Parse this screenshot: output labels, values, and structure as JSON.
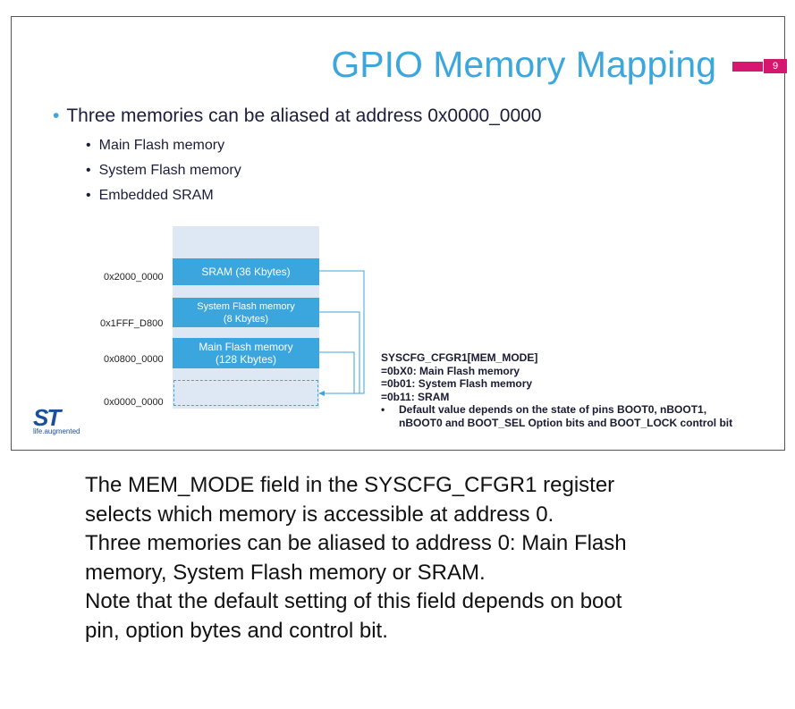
{
  "slide": {
    "title": "GPIO Memory Mapping",
    "page_number": "9",
    "bullet": "Three memories can be aliased at address 0x0000_0000",
    "sub_bullets": [
      "Main Flash memory",
      "System Flash memory",
      "Embedded SRAM"
    ],
    "memory_map": {
      "sram_label": "SRAM (36 Kbytes)",
      "sysflash_label_1": "System Flash memory",
      "sysflash_label_2": "(8 Kbytes)",
      "mainflash_label_1": "Main Flash memory",
      "mainflash_label_2": "(128 Kbytes)",
      "addresses": [
        "0x2000_0000",
        "0x1FFF_D800",
        "0x0800_0000",
        "0x0000_0000"
      ]
    },
    "register": {
      "title": "SYSCFG_CFGR1[MEM_MODE]",
      "lines": [
        "=0bX0: Main Flash memory",
        "=0b01: System Flash memory",
        "=0b11: SRAM"
      ],
      "note_line_1": "Default value depends on the state of pins BOOT0, nBOOT1,",
      "note_line_2": "nBOOT0 and BOOT_SEL Option bits and BOOT_LOCK control bit"
    },
    "logo": {
      "mark": "ST",
      "tagline": "life.augmented"
    },
    "colors": {
      "title": "#3ca7dc",
      "block": "#3ba6dd",
      "accent": "#d6176f"
    }
  },
  "notes": {
    "lines": [
      "The MEM_MODE field in the SYSCFG_CFGR1 register",
      "selects which memory is accessible at address 0.",
      "Three memories can be aliased to address 0: Main Flash",
      "memory, System Flash memory or SRAM.",
      "Note that the default setting of this field depends on boot",
      "pin, option bytes and control bit."
    ]
  }
}
